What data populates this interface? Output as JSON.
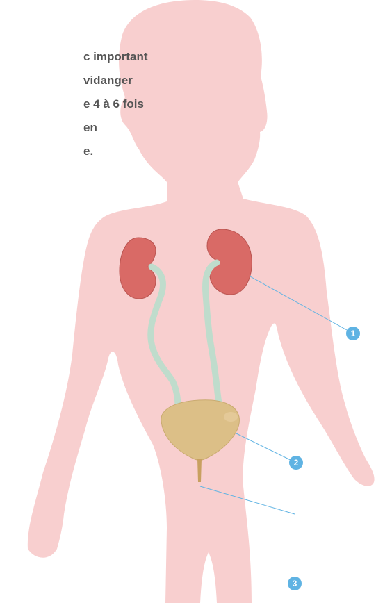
{
  "intro_text_lines": [
    "c important",
    "vidanger",
    "e 4 à 6 fois",
    "en",
    "e."
  ],
  "callouts": [
    {
      "number": "1"
    },
    {
      "number": "2"
    },
    {
      "number": "3"
    }
  ],
  "colors": {
    "body_silhouette": "#f8cfcf",
    "kidney": "#d96a66",
    "ureter": "#bfdccc",
    "bladder": "#dcbf87",
    "urethra": "#c8a060",
    "callout": "#5fb3e3",
    "text": "#555555"
  }
}
